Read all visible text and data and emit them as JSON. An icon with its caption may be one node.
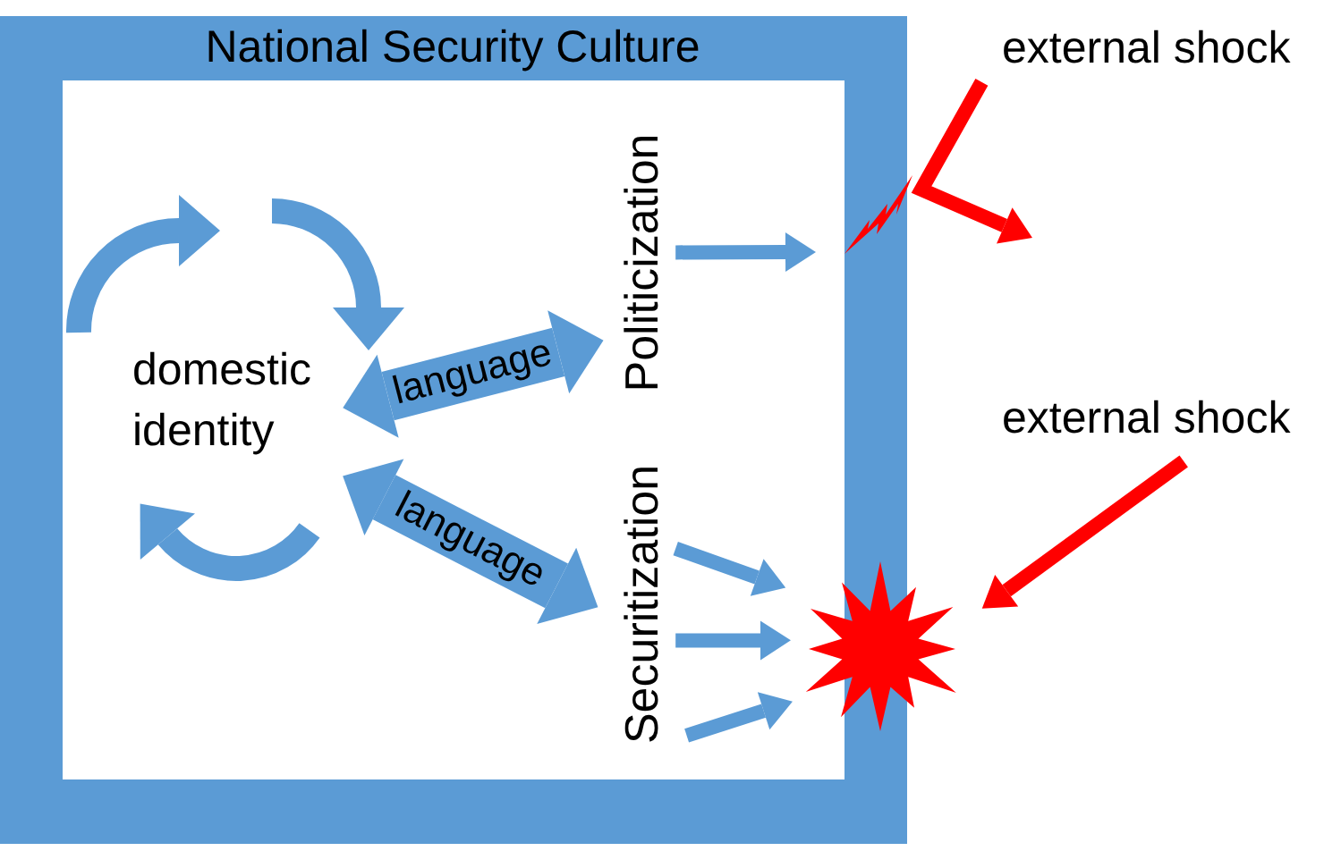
{
  "diagram": {
    "nodes": [
      {
        "text": [
          "National Security Culture"
        ]
      },
      {
        "text": [
          "domestic identity"
        ],
        "in": 0
      },
      {
        "text": [
          "Politicization"
        ],
        "in": 0
      },
      {
        "text": [
          "Securitization"
        ],
        "in": 0
      },
      {
        "text": [
          "external shock"
        ]
      },
      {
        "text": [
          "external shock"
        ]
      },
      {
        "text": [],
        "shape": "star"
      }
    ],
    "edges": [
      {
        "from": 1,
        "to": 2,
        "arrow": "both",
        "label": "language",
        "style": "thick"
      },
      {
        "from": 1,
        "to": 3,
        "arrow": "both",
        "label": "language",
        "style": "thick"
      },
      {
        "from": 2,
        "to": null,
        "arrow": "to"
      },
      {
        "from": 4,
        "to": null,
        "arrow": "to",
        "color": "#ff0000"
      },
      {
        "from": 3,
        "to": 6,
        "arrow": "to"
      },
      {
        "from": 3,
        "to": 6,
        "arrow": "to"
      },
      {
        "from": 3,
        "to": 6,
        "arrow": "to"
      },
      {
        "from": 5,
        "to": 6,
        "arrow": "to",
        "color": "#ff0000"
      }
    ]
  }
}
